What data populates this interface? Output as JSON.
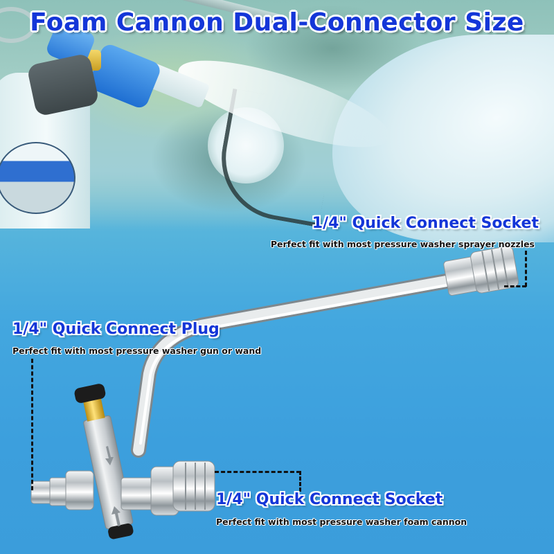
{
  "title": "Foam Cannon Dual-Connector Size",
  "callouts": [
    {
      "heading": "1/4\" Quick Connect Socket",
      "description": "Perfect fit with most pressure washer sprayer nozzles",
      "position": "top-right"
    },
    {
      "heading": "1/4\" Quick Connect Plug",
      "description": "Perfect fit with most pressure washer gun or wand",
      "position": "middle-left"
    },
    {
      "heading": "1/4\" Quick Connect Socket",
      "description": "Perfect fit with most pressure washer foam cannon",
      "position": "bottom"
    }
  ],
  "colors": {
    "heading_blue": "#1436d8",
    "background_blue": "#3c9fdd",
    "text_black": "#111111"
  },
  "icons": [
    "flow-arrow-down-icon",
    "flow-arrow-up-icon"
  ]
}
